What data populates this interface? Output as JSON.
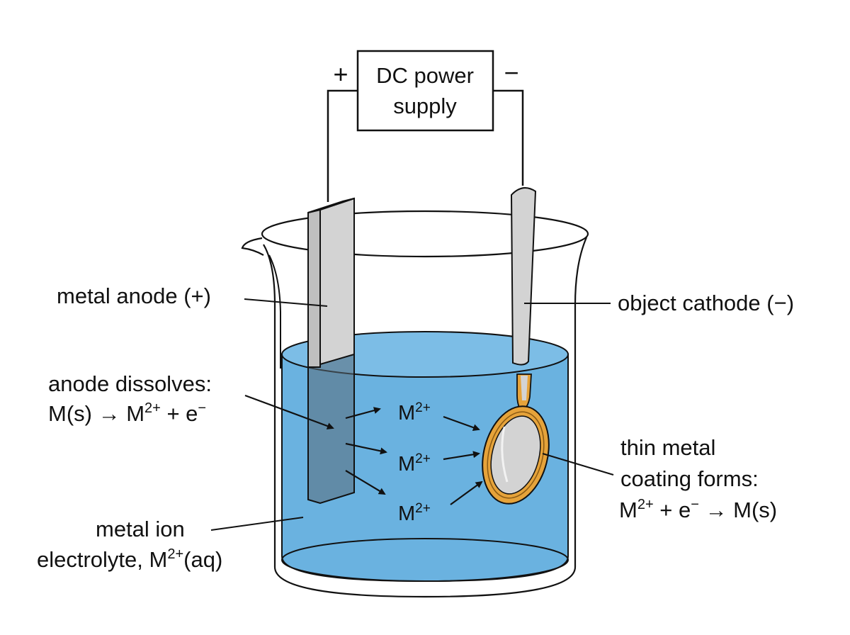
{
  "power_supply": {
    "line1": "DC power",
    "line2": "supply",
    "plus_sign": "+",
    "minus_sign": "−"
  },
  "labels": {
    "anode": "metal anode (+)",
    "cathode": "object cathode (−)",
    "anode_dissolves_title": "anode dissolves:",
    "anode_reaction": {
      "left": "M(s) → M",
      "charge": "2+",
      "right": " + e",
      "electron": "−"
    },
    "coating_line1": "thin metal",
    "coating_line2": "coating forms:",
    "coating_reaction": {
      "m": "M",
      "charge": "2+",
      "mid": " + e",
      "electron": "−",
      "right": " → M(s)"
    },
    "electrolyte_line1": "metal ion",
    "electrolyte_line2": {
      "text": "electrolyte, M",
      "charge": "2+",
      "tail": "(aq)"
    }
  },
  "ions": [
    {
      "base": "M",
      "charge": "2+"
    },
    {
      "base": "M",
      "charge": "2+"
    },
    {
      "base": "M",
      "charge": "2+"
    }
  ],
  "colors": {
    "electrolyte": "#6ab2e0",
    "electrolyte_top": "#7cbde6",
    "metal": "#d3d3d3",
    "coating": "#e6a33a",
    "outline": "#111111"
  }
}
